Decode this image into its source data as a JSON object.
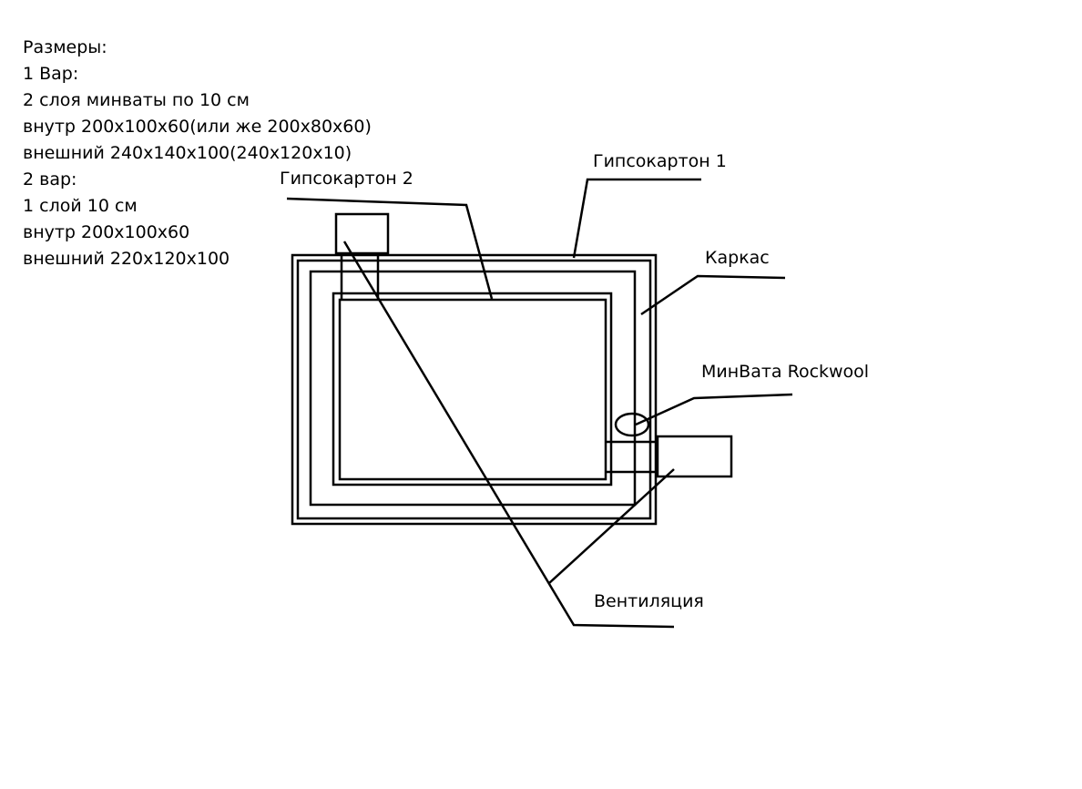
{
  "notes": {
    "lines": [
      "Размеры:",
      "1 Вар:",
      "2 слоя минваты по 10 см",
      "внутр 200x100x60(или же 200x80x60)",
      "внешний 240x140x100(240x120x10)",
      "2 вар:",
      "1 слой 10 см",
      "внутр 200x100x60",
      "внешний 220x120x100"
    ]
  },
  "labels": {
    "drywall_2": "Гипсокартон 2",
    "drywall_1": "Гипсокартон 1",
    "frame": "Каркас",
    "mineral_wool": "МинВата Rockwool",
    "ventilation": "Вентиляция"
  }
}
